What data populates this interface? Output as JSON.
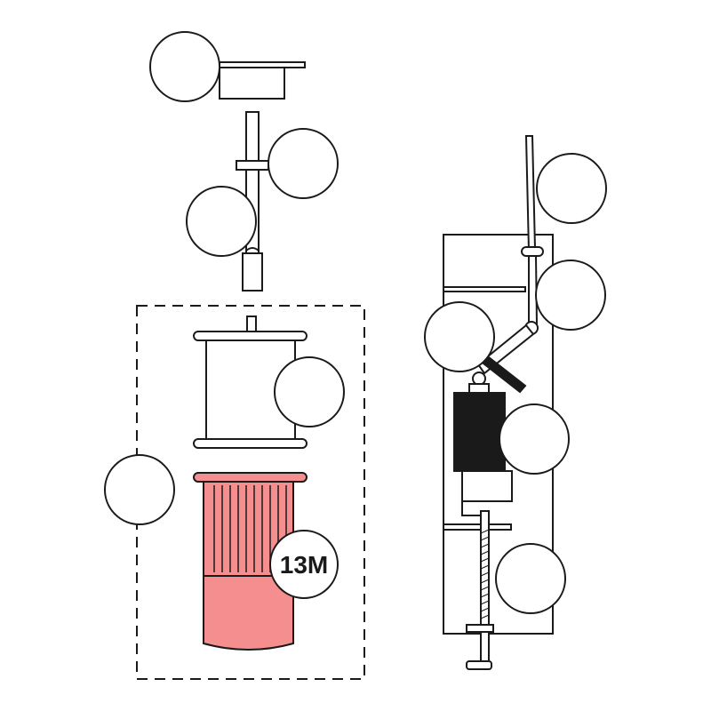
{
  "diagram": {
    "highlight_color": "#f58f8f",
    "line_color": "#1a1a1a",
    "fill_dark": "#1a1a1a",
    "callouts": [
      {
        "id": "top-1",
        "label": ""
      },
      {
        "id": "top-2",
        "label": ""
      },
      {
        "id": "top-3",
        "label": ""
      },
      {
        "id": "bobbin",
        "label": ""
      },
      {
        "id": "box-side",
        "label": ""
      },
      {
        "id": "highlighted-part",
        "label": "13M"
      },
      {
        "id": "right-1",
        "label": ""
      },
      {
        "id": "right-2",
        "label": ""
      },
      {
        "id": "right-3",
        "label": ""
      },
      {
        "id": "right-4",
        "label": ""
      },
      {
        "id": "right-5",
        "label": ""
      }
    ]
  }
}
